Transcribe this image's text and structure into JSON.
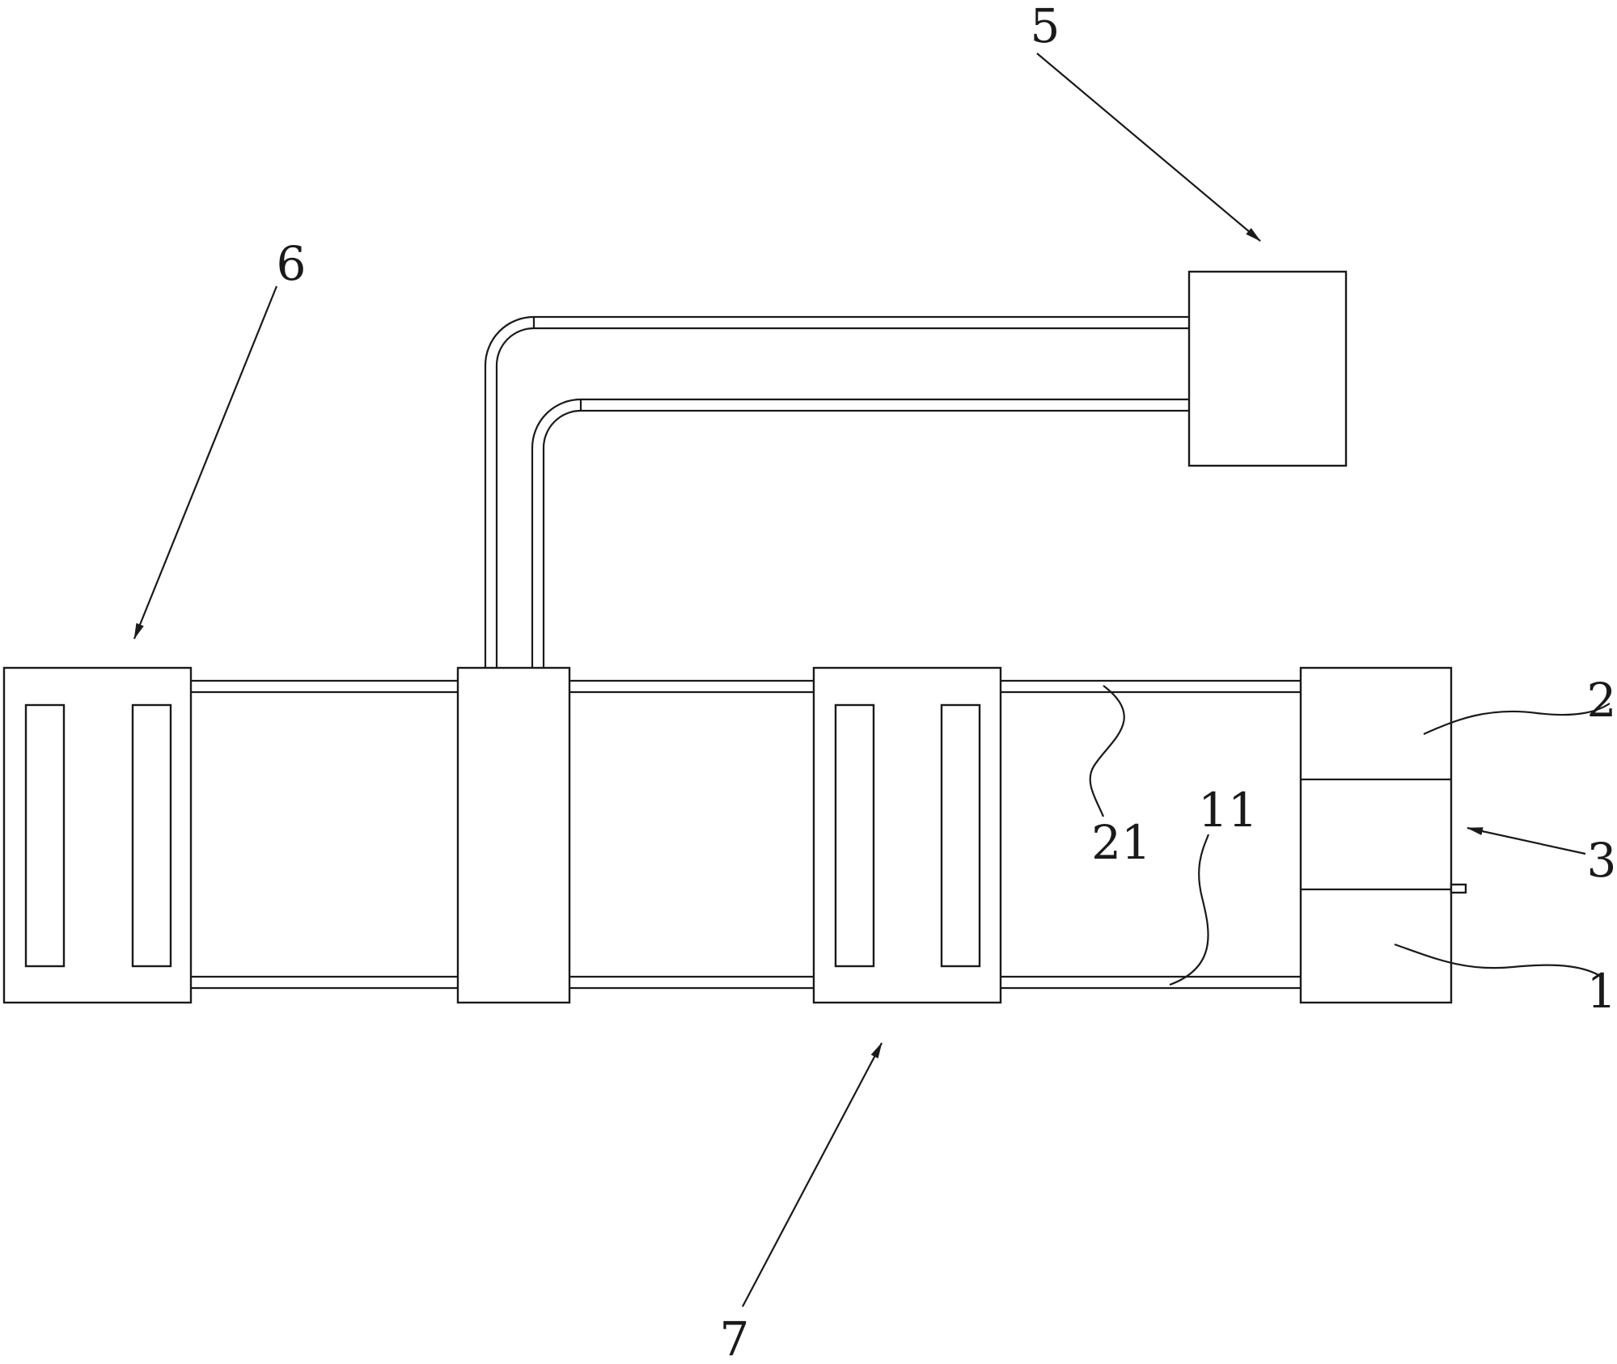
{
  "labels": {
    "l1": "1",
    "l2": "2",
    "l3": "3",
    "l5": "5",
    "l6": "6",
    "l7": "7",
    "l11": "11",
    "l21": "21"
  },
  "colors": {
    "stroke": "#1a1a1a",
    "background": "#ffffff"
  }
}
